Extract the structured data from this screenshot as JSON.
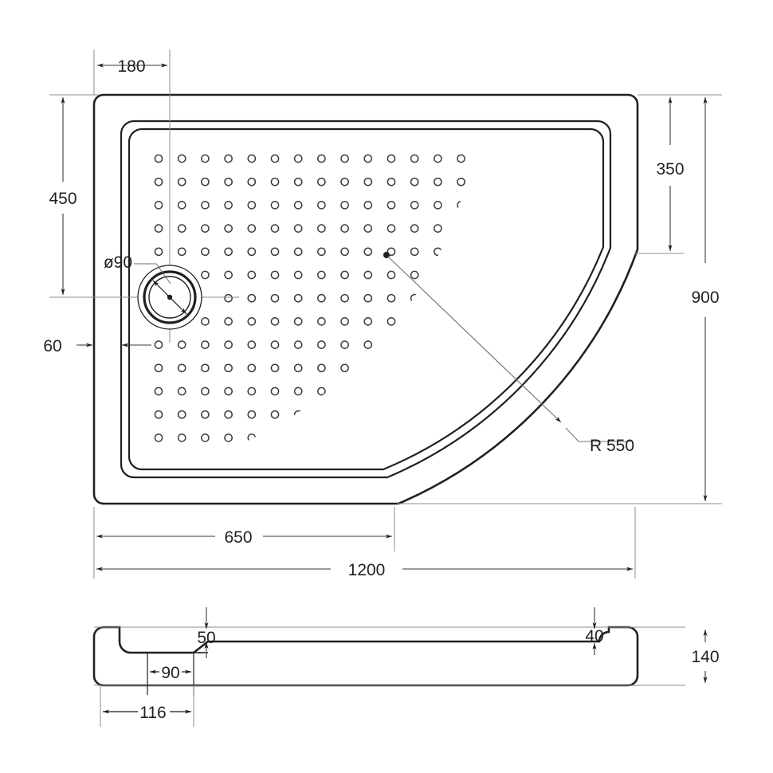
{
  "drawing": {
    "title": "Shower tray technical drawing",
    "units": "mm",
    "line_color": "#231f20",
    "thin_line_color": "#7d7d7d",
    "background": "#ffffff"
  },
  "plan_view": {
    "name": "plan-view",
    "dimensions": {
      "offset_to_drain_x": "180",
      "offset_to_drain_y": "450",
      "rim_width": "60",
      "drain_diameter": "ø90",
      "corner_radius": "R 550",
      "straight_right_height": "350",
      "overall_depth": "900",
      "straight_bottom_length": "650",
      "overall_width": "1200"
    }
  },
  "section_view": {
    "name": "section-view",
    "dimensions": {
      "inner_step_depth": "50",
      "outer_lip_depth": "40",
      "notch_width": "90",
      "notch_offset": "116",
      "overall_height": "140"
    }
  },
  "labels": [
    {
      "id": "d180",
      "text": "180"
    },
    {
      "id": "d450",
      "text": "450"
    },
    {
      "id": "d60",
      "text": "60"
    },
    {
      "id": "d90dia",
      "text": "ø90"
    },
    {
      "id": "r550",
      "text": "R 550"
    },
    {
      "id": "d350",
      "text": "350"
    },
    {
      "id": "d900",
      "text": "900"
    },
    {
      "id": "d650",
      "text": "650"
    },
    {
      "id": "d1200",
      "text": "1200"
    },
    {
      "id": "s50",
      "text": "50"
    },
    {
      "id": "s40",
      "text": "40"
    },
    {
      "id": "s90",
      "text": "90"
    },
    {
      "id": "s116",
      "text": "116"
    },
    {
      "id": "s140",
      "text": "140"
    }
  ]
}
